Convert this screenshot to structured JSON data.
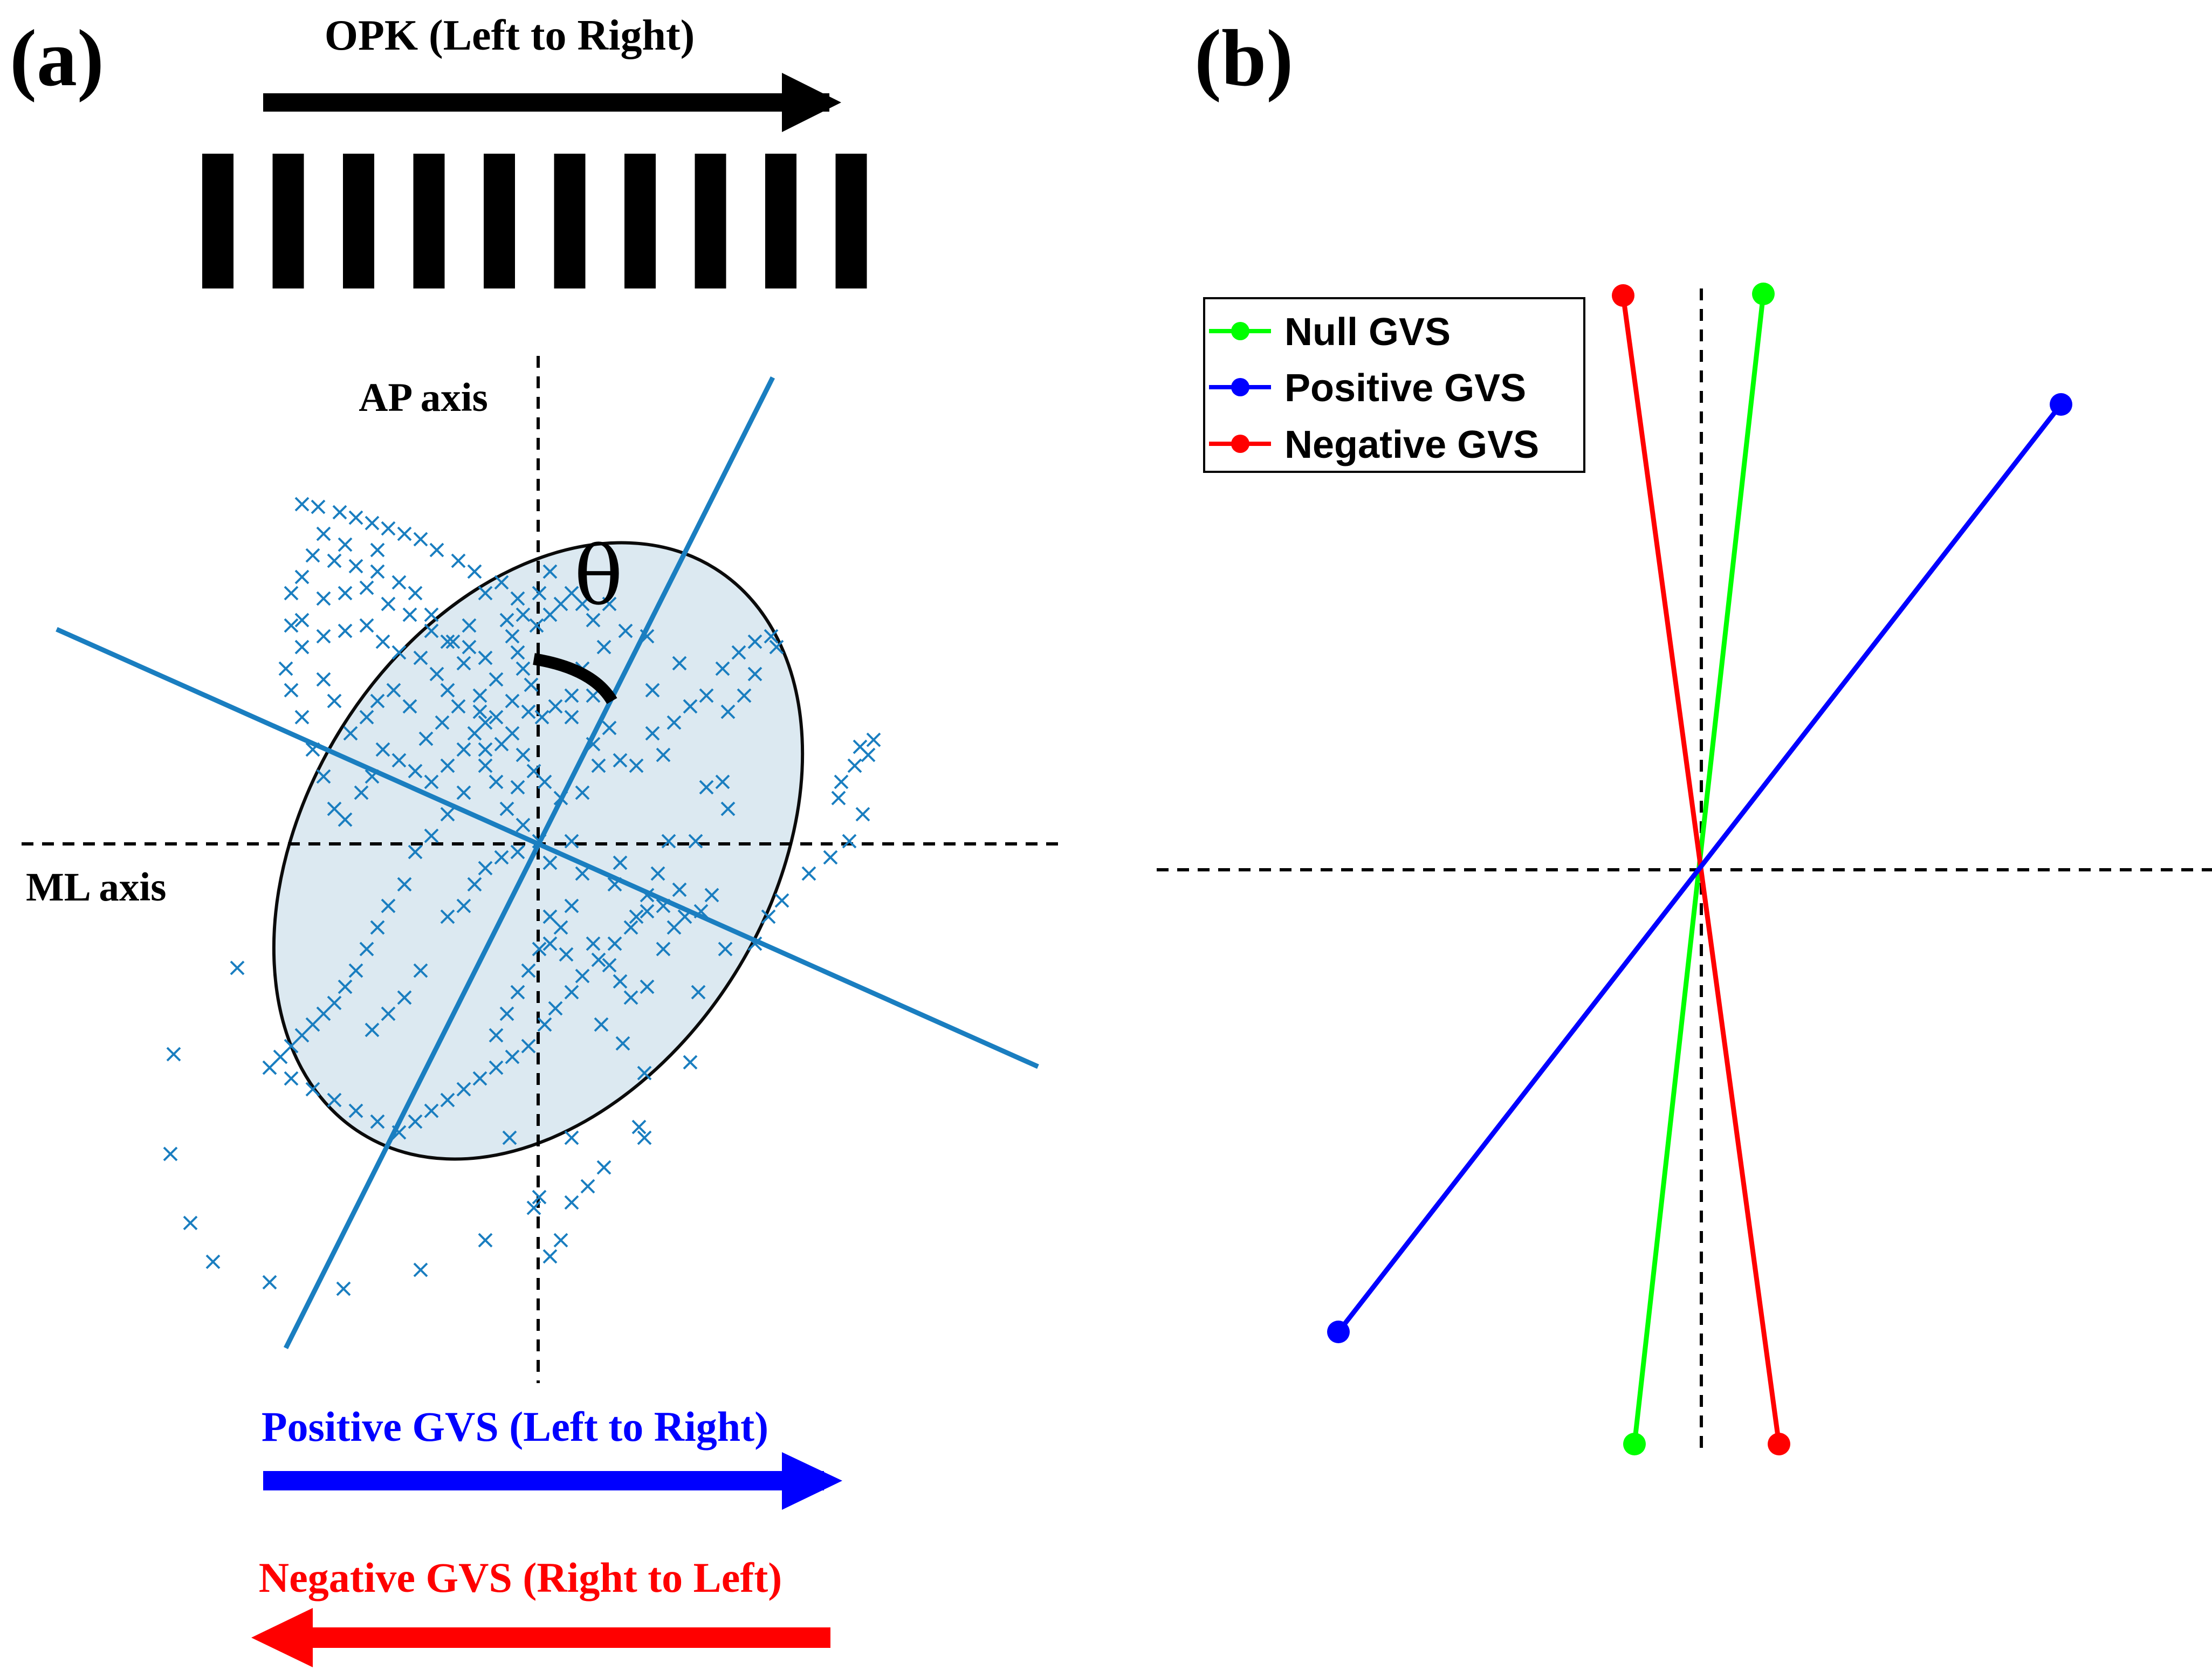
{
  "panel_a": {
    "label": "(a)",
    "opk_label": "OPK (Left to Right)",
    "ap_axis_label": "AP axis",
    "ml_axis_label": "ML axis",
    "theta_label": "θ",
    "positive_gvs_label": "Positive GVS (Left to Right)",
    "negative_gvs_label": "Negative GVS (Right to Left)",
    "colors": {
      "scatter": "#1a7ec0",
      "ellipse_fill": "#dce9f1",
      "opk_arrow": "#000000",
      "positive_arrow": "#0000ff",
      "negative_arrow": "#ff0000"
    }
  },
  "panel_b": {
    "label": "(b)",
    "legend": [
      {
        "label": "Null GVS",
        "color": "#00ff00"
      },
      {
        "label": "Positive GVS",
        "color": "#0000ff"
      },
      {
        "label": "Negative GVS",
        "color": "#ff0000"
      }
    ]
  }
}
